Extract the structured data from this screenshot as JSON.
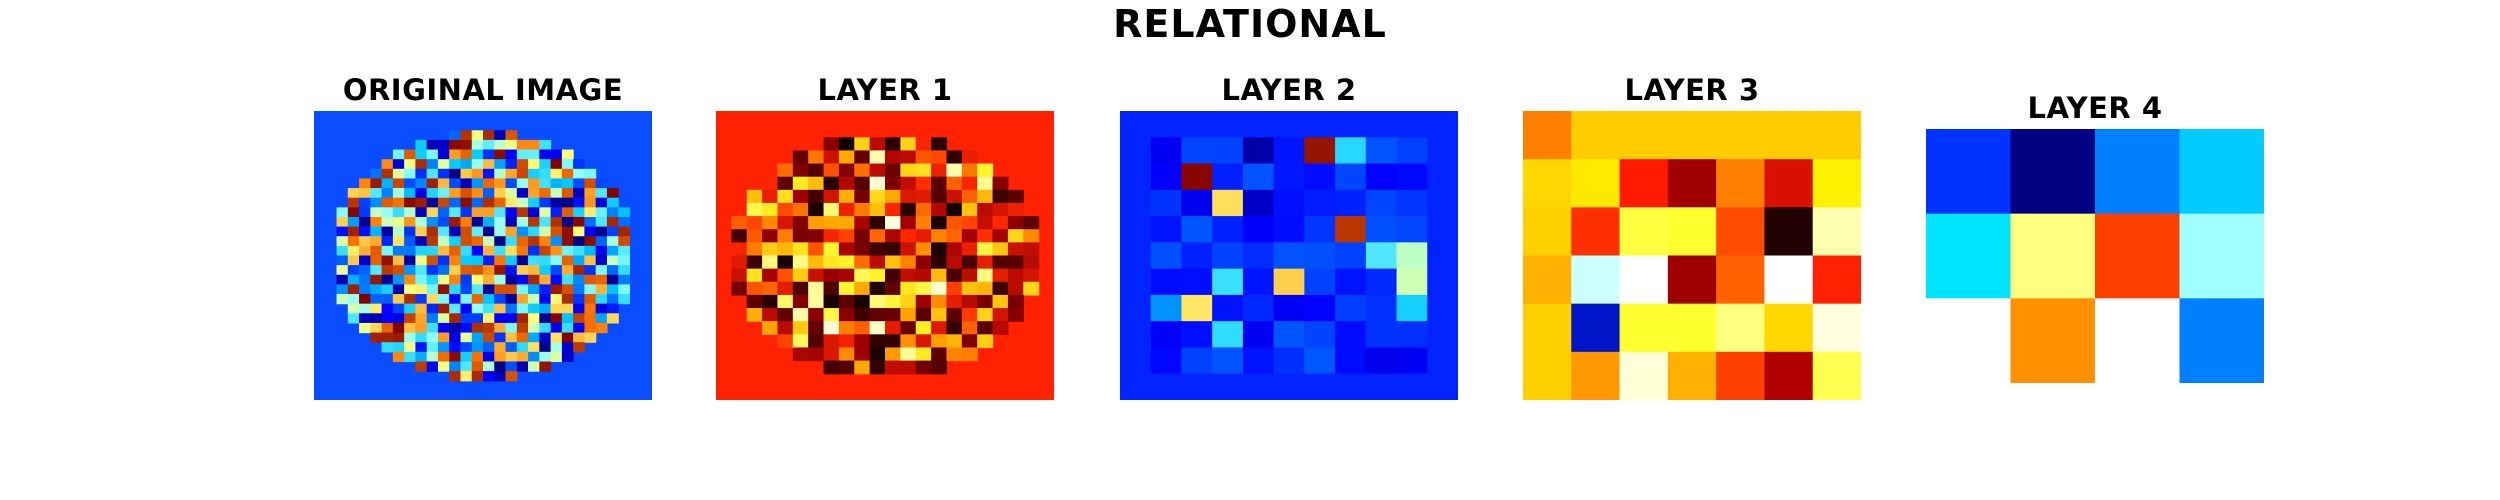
{
  "title": "RELATIONAL",
  "panels": [
    {
      "title": "ORIGINAL IMAGE",
      "kind": "brain",
      "rows": 30,
      "cols": 30
    },
    {
      "title": "LAYER 1",
      "kind": "brain",
      "rows": 22,
      "cols": 22
    },
    {
      "title": "LAYER 2",
      "kind": "grid",
      "rows": 11,
      "cols": 11
    },
    {
      "title": "LAYER 3",
      "kind": "grid",
      "rows": 6,
      "cols": 7
    },
    {
      "title": "LAYER 4",
      "kind": "grid",
      "rows": 3,
      "cols": 4
    }
  ],
  "layer3_colors": [
    [
      "#FF8000",
      "#FFCC00",
      "#FFCC00",
      "#FFCC00",
      "#FFCC00",
      "#FFCC00",
      "#FFCC00"
    ],
    [
      "#FFD700",
      "#FFE800",
      "#FF1A00",
      "#A00000",
      "#FF8000",
      "#D81000",
      "#FFF200"
    ],
    [
      "#FFD000",
      "#FF3000",
      "#FFFF40",
      "#FFFF30",
      "#FF4D00",
      "#200000",
      "#FFFFB0"
    ],
    [
      "#FFB000",
      "#CCFFFF",
      "#FFFFFF",
      "#9E0000",
      "#FF6000",
      "#FFFFFF",
      "#FF2000"
    ],
    [
      "#FFD000",
      "#0014C8",
      "#FFFF30",
      "#FFFF30",
      "#FFFF80",
      "#FFD800",
      "#FFFFE0"
    ],
    [
      "#FFD000",
      "#FF9800",
      "#FFFFD8",
      "#FFB000",
      "#FF4000",
      "#B00000",
      "#FFFF50"
    ]
  ],
  "layer4_colors": [
    [
      "#0033FF",
      "#000080",
      "#0080FF",
      "#00CCFF"
    ],
    [
      "#00E5FF",
      "#FFFF80",
      "#FF4000",
      "#A0FFFF"
    ],
    [
      "#FFFFFF",
      "#FF9000",
      "#FFFFFF",
      "#0080FF"
    ]
  ]
}
